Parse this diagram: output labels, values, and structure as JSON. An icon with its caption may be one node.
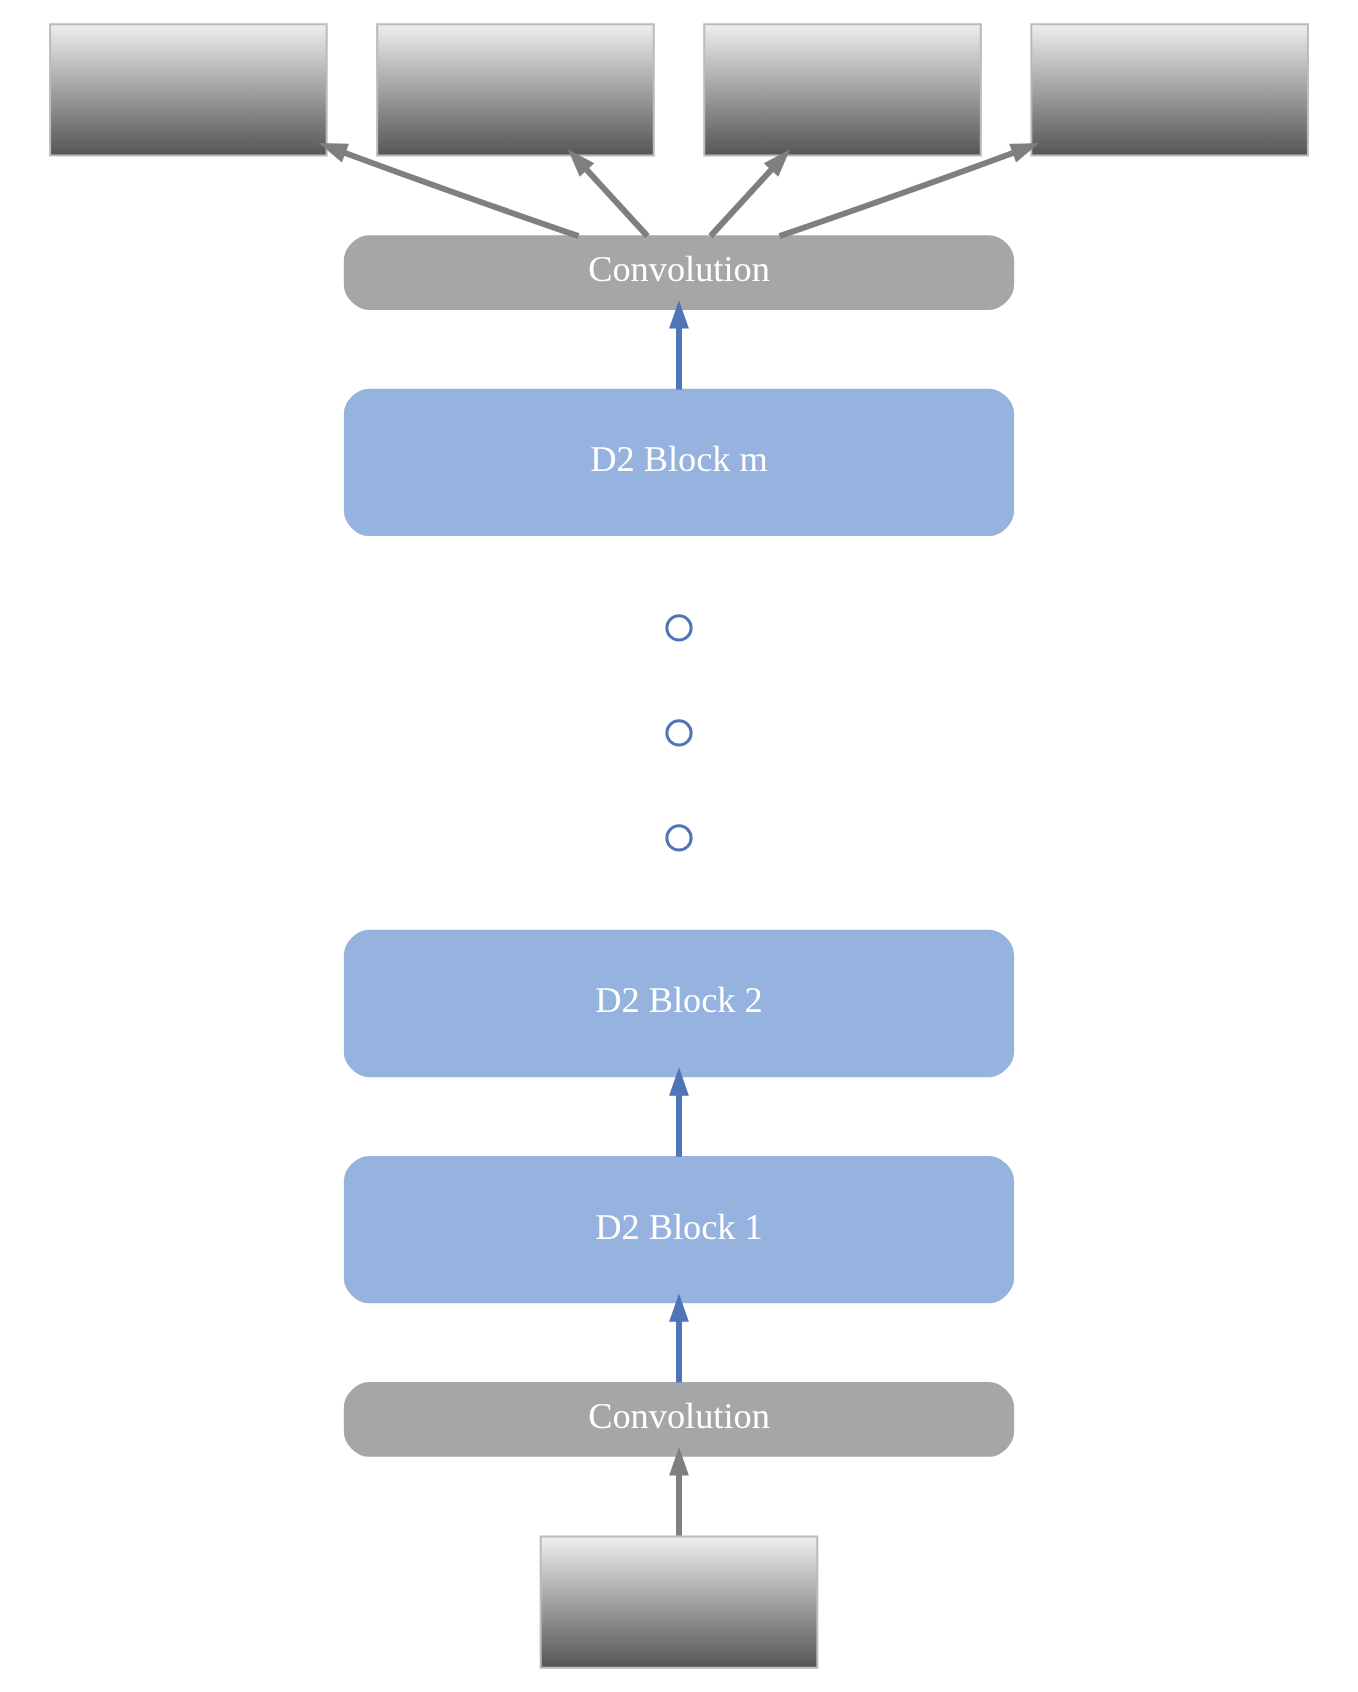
{
  "diagram": {
    "nodes": [
      {
        "text": [],
        "shape": "picture"
      },
      {
        "text": [],
        "shape": "picture"
      },
      {
        "text": [],
        "shape": "picture"
      },
      {
        "text": [],
        "shape": "picture"
      },
      {
        "text": [
          "Convolution"
        ]
      },
      {
        "text": [
          "D2 Block m"
        ]
      },
      {
        "text": [],
        "shape": "circle"
      },
      {
        "text": [],
        "shape": "circle"
      },
      {
        "text": [],
        "shape": "circle"
      },
      {
        "text": [
          "D2 Block 2"
        ]
      },
      {
        "text": [
          "D2 Block 1"
        ]
      },
      {
        "text": [
          "Convolution"
        ]
      },
      {
        "text": [],
        "shape": "picture"
      }
    ],
    "edges": [
      {
        "from": 12,
        "to": 11,
        "arrow": "to"
      },
      {
        "from": 11,
        "to": 10,
        "arrow": "to",
        "color": "#4f74b8"
      },
      {
        "from": 10,
        "to": 9,
        "arrow": "to",
        "color": "#4f74b8"
      },
      {
        "from": 5,
        "to": 4,
        "arrow": "to",
        "color": "#4f74b8"
      },
      {
        "from": 4,
        "to": 0,
        "arrow": "to"
      },
      {
        "from": 4,
        "to": 1,
        "arrow": "to"
      },
      {
        "from": 4,
        "to": 2,
        "arrow": "to"
      },
      {
        "from": 4,
        "to": 3,
        "arrow": "to"
      }
    ]
  }
}
